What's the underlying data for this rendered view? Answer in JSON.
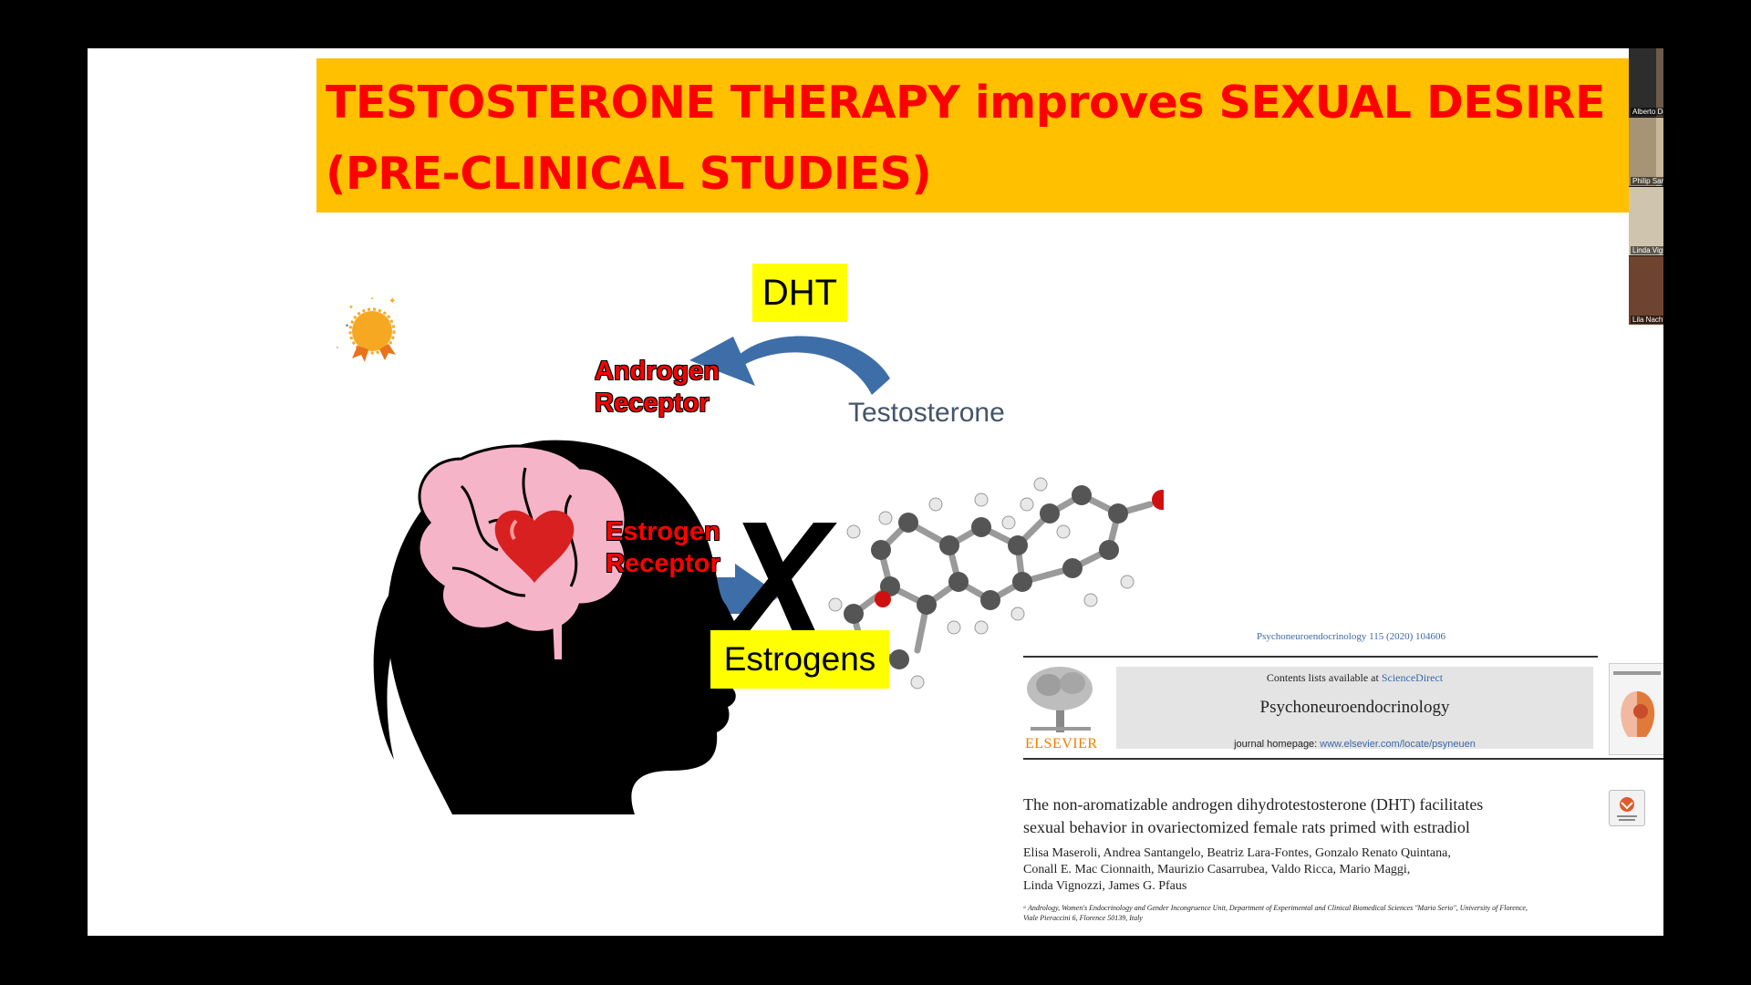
{
  "slide": {
    "title_line1": "TESTOSTERONE THERAPY improves SEXUAL DESIRE",
    "title_line2": "(PRE-CLINICAL STUDIES)"
  },
  "diagram": {
    "dht_label": "DHT",
    "androgen_receptor_line1": "Androgen",
    "androgen_receptor_line2": "Receptor",
    "testosterone_label": "Testosterone",
    "estrogen_receptor_line1": "Estrogen",
    "estrogen_receptor_line2": "Receptor",
    "estrogens_label": "Estrogens",
    "block_mark": "X"
  },
  "paper": {
    "journal_ref": "Psychoneuroendocrinology 115 (2020) 104606",
    "contents_prefix": "Contents lists available at",
    "contents_link": "ScienceDirect",
    "journal_name": "Psychoneuroendocrinology",
    "homepage_prefix": "journal homepage:",
    "homepage_url": "www.elsevier.com/locate/psyneuen",
    "publisher": "ELSEVIER",
    "title_line1": "The non-aromatizable androgen dihydrotestosterone (DHT) facilitates",
    "title_line2": "sexual behavior in ovariectomized female rats primed with estradiol",
    "authors_line1": "Elisa Maseroli, Andrea Santangelo, Beatriz Lara-Fontes, Gonzalo Renato Quintana,",
    "authors_line2": "Conall E. Mac Cionnaith, Maurizio Casarrubea, Valdo Ricca, Mario Maggi,",
    "authors_line3": "Linda Vignozzi, James G. Pfaus",
    "affiliation_line1": "ᵃ Andrology, Women's Endocrinology and Gender Incongruence Unit, Department of Experimental and Clinical Biomedical Sciences \"Mario Serio\", University of Florence,",
    "affiliation_line2": "Viale Pieraccini 6, Florence 50139, Italy"
  },
  "participants": [
    {
      "name": "Alberto Dominguez-Bali"
    },
    {
      "name": "Philip Sarrel, M.D."
    },
    {
      "name": "Linda Vignozzi, PhD"
    },
    {
      "name": "Lila Nachtigall, M.D."
    }
  ],
  "colors": {
    "title_bg": "#ffc000",
    "title_text": "#ff0000",
    "label_bg": "#ffff00",
    "arrow_blue": "#3e6ea8",
    "brain_pink": "#f5b4c8",
    "elsevier_orange": "#f07d00"
  }
}
